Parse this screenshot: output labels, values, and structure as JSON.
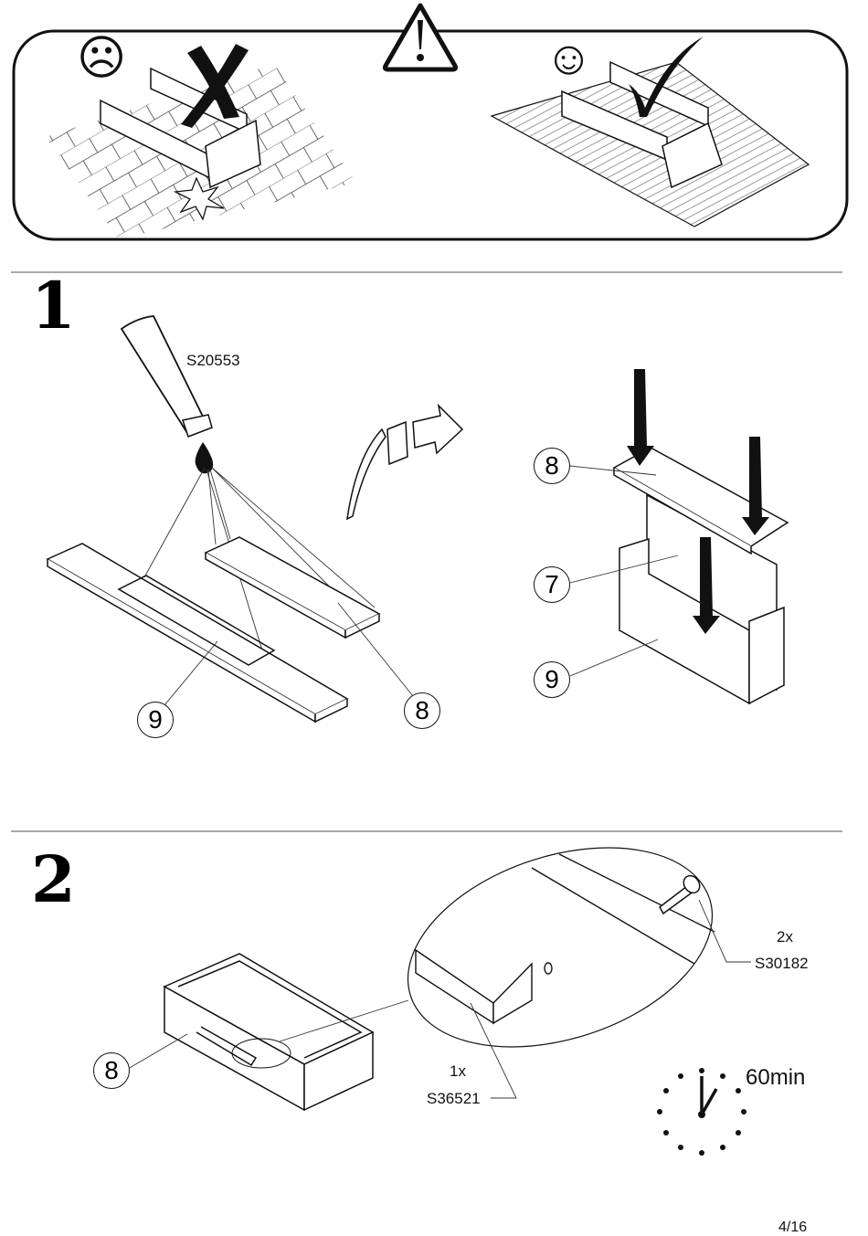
{
  "warning": {
    "bad_face": "☹",
    "good_face": "☺",
    "alert_icon": "warning-triangle-icon",
    "bad_mark": "cross-icon",
    "good_mark": "check-icon"
  },
  "step1": {
    "number": "1",
    "glue_part": "S20553",
    "callouts": [
      "9",
      "8",
      "8",
      "7",
      "9"
    ]
  },
  "step2": {
    "number": "2",
    "callout": "8",
    "screw_qty": "2x",
    "screw_part": "S30182",
    "handle_qty": "1x",
    "handle_part": "S36521",
    "time": "60min"
  },
  "footer": {
    "page": "4/16"
  }
}
